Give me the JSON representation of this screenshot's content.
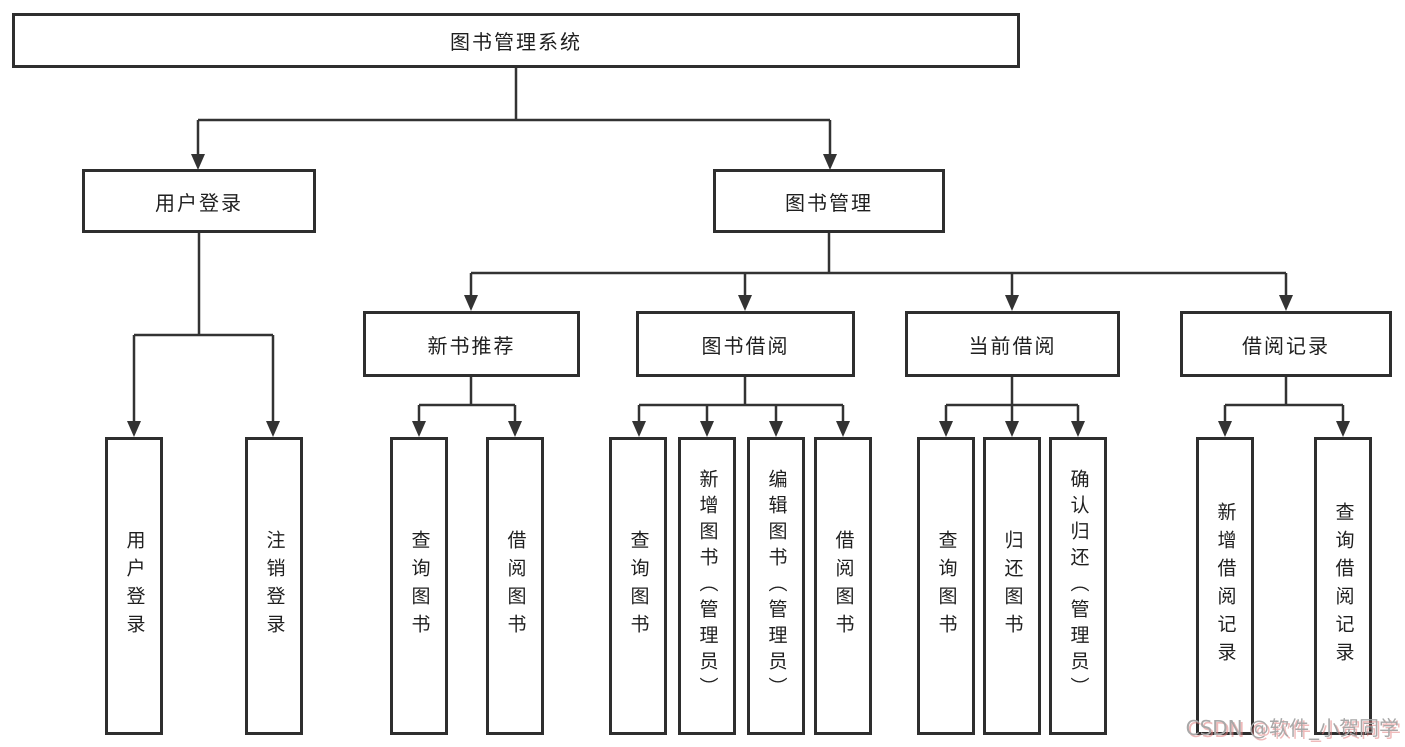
{
  "tree": {
    "label": "图书管理系统",
    "children": [
      {
        "label": "用户登录",
        "children": [
          {
            "label": "用户登录"
          },
          {
            "label": "注销登录"
          }
        ]
      },
      {
        "label": "图书管理",
        "children": [
          {
            "label": "新书推荐",
            "children": [
              {
                "label": "查询图书"
              },
              {
                "label": "借阅图书"
              }
            ]
          },
          {
            "label": "图书借阅",
            "children": [
              {
                "label": "查询图书"
              },
              {
                "label": "新增图书（管理员）"
              },
              {
                "label": "编辑图书（管理员）"
              },
              {
                "label": "借阅图书"
              }
            ]
          },
          {
            "label": "当前借阅",
            "children": [
              {
                "label": "查询图书"
              },
              {
                "label": "归还图书"
              },
              {
                "label": "确认归还（管理员）"
              }
            ]
          },
          {
            "label": "借阅记录",
            "children": [
              {
                "label": "新增借阅记录"
              },
              {
                "label": "查询借阅记录"
              }
            ]
          }
        ]
      }
    ]
  },
  "watermark": {
    "text": "CSDN @软件_小贺同学"
  },
  "colors": {
    "background": "#ffffff",
    "box_border": "#2e2e2e",
    "line": "#333333",
    "text": "#1f1f1f",
    "watermark": "#a8a8a8",
    "watermark_shadow": "#e28282"
  }
}
